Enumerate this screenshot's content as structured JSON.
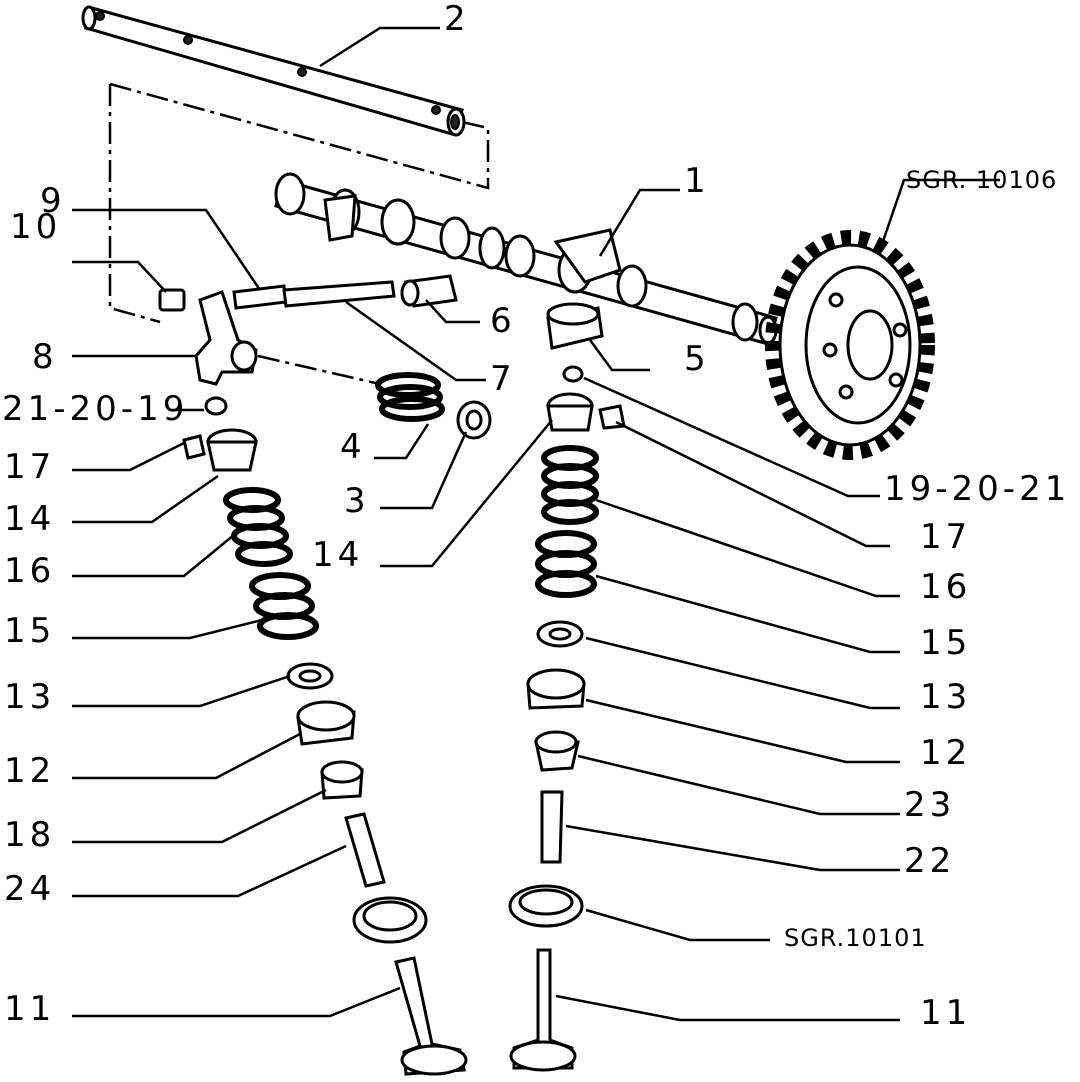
{
  "labels": {
    "l1": "1",
    "l2": "2",
    "l3": "3",
    "l4": "4",
    "l5": "5",
    "l6": "6",
    "l7": "7",
    "l8": "8",
    "l9": "9",
    "l10": "10",
    "l21_20_19": "21-20-19",
    "l19_20_21": "19-20-21",
    "l17_left": "17",
    "l17_right": "17",
    "l14_left": "14",
    "l14_mid": "14",
    "l16_left": "16",
    "l16_right": "16",
    "l15_left": "15",
    "l15_right": "15",
    "l13_left": "13",
    "l13_right": "13",
    "l12_left": "12",
    "l12_right": "12",
    "l18": "18",
    "l24": "24",
    "l23": "23",
    "l22": "22",
    "l11_left": "11",
    "l11_right": "11"
  },
  "references": {
    "gear_ref": "SGR. 10106",
    "seat_ref": "SGR.10101"
  }
}
